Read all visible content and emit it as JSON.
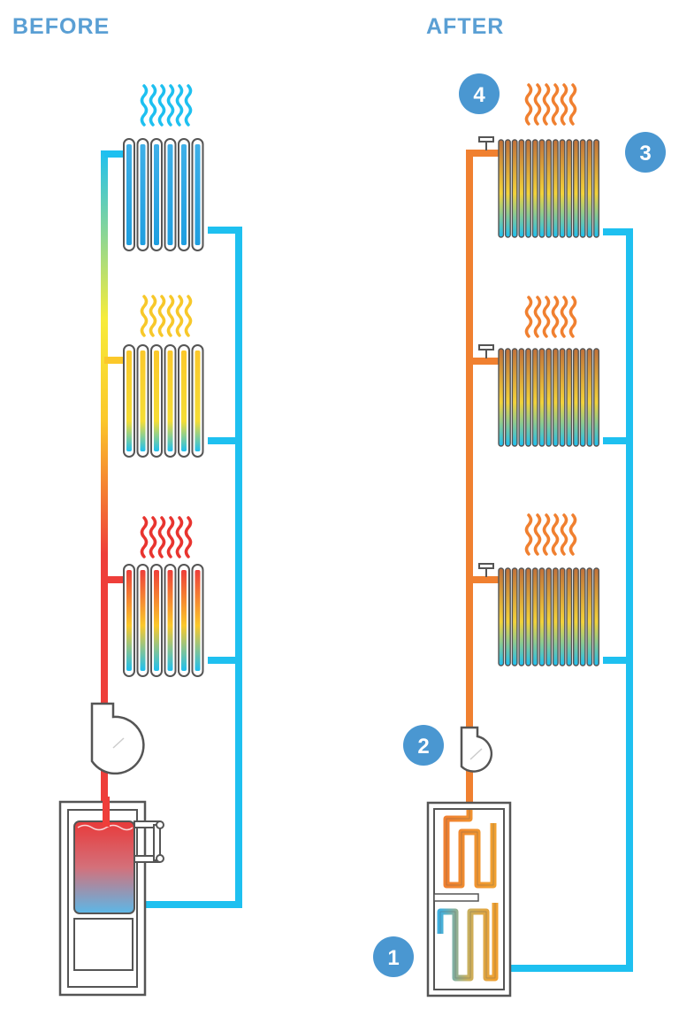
{
  "headings": {
    "before": "BEFORE",
    "after": "AFTER"
  },
  "badges": [
    {
      "label": "1"
    },
    {
      "label": "2"
    },
    {
      "label": "3"
    },
    {
      "label": "4"
    }
  ],
  "colors": {
    "heading": "#5a9fd4",
    "cold_pipe": "#1ec0f0",
    "hot_pipe": "#ee3e3a",
    "warm_pipe": "#f08030",
    "badge": "#4a97d1",
    "outline": "#555555"
  }
}
